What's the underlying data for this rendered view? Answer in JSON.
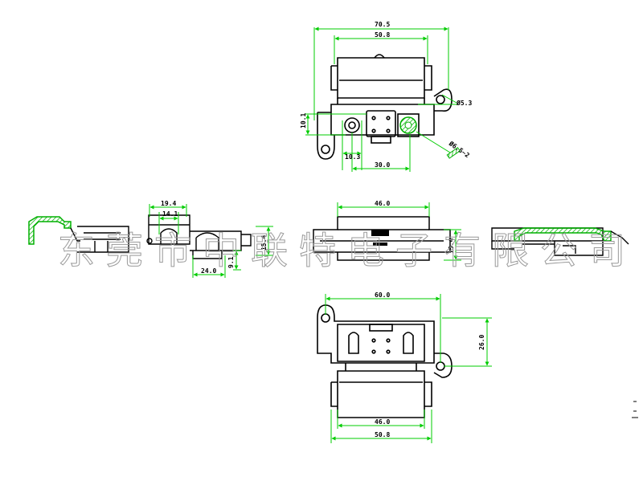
{
  "colors": {
    "outline": "#000000",
    "dimension": "#00cc00",
    "hatch": "#00b000",
    "watermark": "#9a9a9a",
    "background": "#ffffff"
  },
  "top_view": {
    "overall_width": "70.5",
    "body_width": "50.8",
    "hole_diameter": "Ø5.3",
    "height": "10.1",
    "offset": "10.3",
    "pitch": "30.0",
    "terminal": "Ø6.5~2"
  },
  "left_side_view": {
    "width_top": "19.4",
    "width_inner": "14.1",
    "width_bottom": "24.0",
    "height_small": "9.1",
    "height": "15.4"
  },
  "front_view": {
    "width": "46.0",
    "height": "15.4"
  },
  "bottom_view": {
    "mount_width": "60.0",
    "mount_height": "26.0",
    "inner_width": "46.0",
    "outer_width": "50.8"
  },
  "watermark": {
    "text": "东莞市中联特电子有限公司"
  }
}
